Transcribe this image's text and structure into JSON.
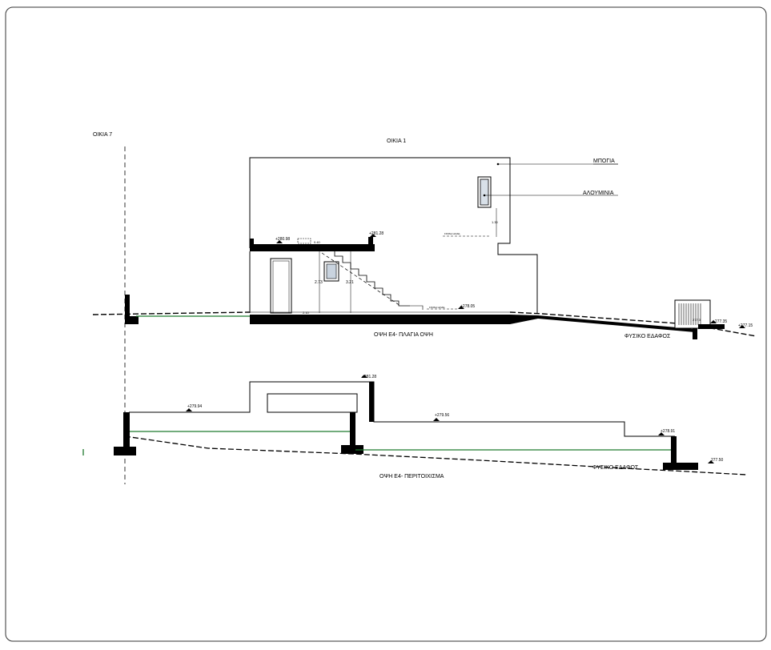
{
  "labels": {
    "house7": "ΟΙΚΙΑ 7",
    "house1": "ΟΙΚΙΑ 1",
    "leader_mpogia": "ΜΠΟΓΙΑ",
    "leader_alouminia": "ΑΛΟΥΜΙΝΙΑ",
    "title_side": "ΟΨΗ Ε4- ΠΛΑΓΙΑ ΟΨΗ",
    "title_wall": "ΟΨΗ Ε4- ΠΕΡΙΤΟΙΧΙΣΜΑ",
    "ground_side": "ΦΥΣΙΚΟ ΕΔΑΦΟΣ",
    "ground_wall": "ΦΥΣΙΚΟ ΕΔΑΦΟΣ",
    "finish_level": "FINISH LEVEL"
  },
  "levels": {
    "roof_left": "+280.98",
    "roof_right": "+281.28",
    "floor": "+278.05",
    "ground_right_a": "+277.35",
    "ground_right_b": "+277.15",
    "ground_right_c": "277.3",
    "wall_top": "+281.28",
    "wall_left": "+279.94",
    "wall_mid": "+279.56",
    "wall_right": "+278.91",
    "wall_end": "277.50"
  },
  "dims": {
    "d1": "1.30",
    "d2": "2.73",
    "d3": "3.21",
    "d4": "2.10",
    "d5": "0.40"
  },
  "colors": {
    "line": "#000000",
    "ground_green": "#1f7a2e",
    "frame": "#333333"
  }
}
